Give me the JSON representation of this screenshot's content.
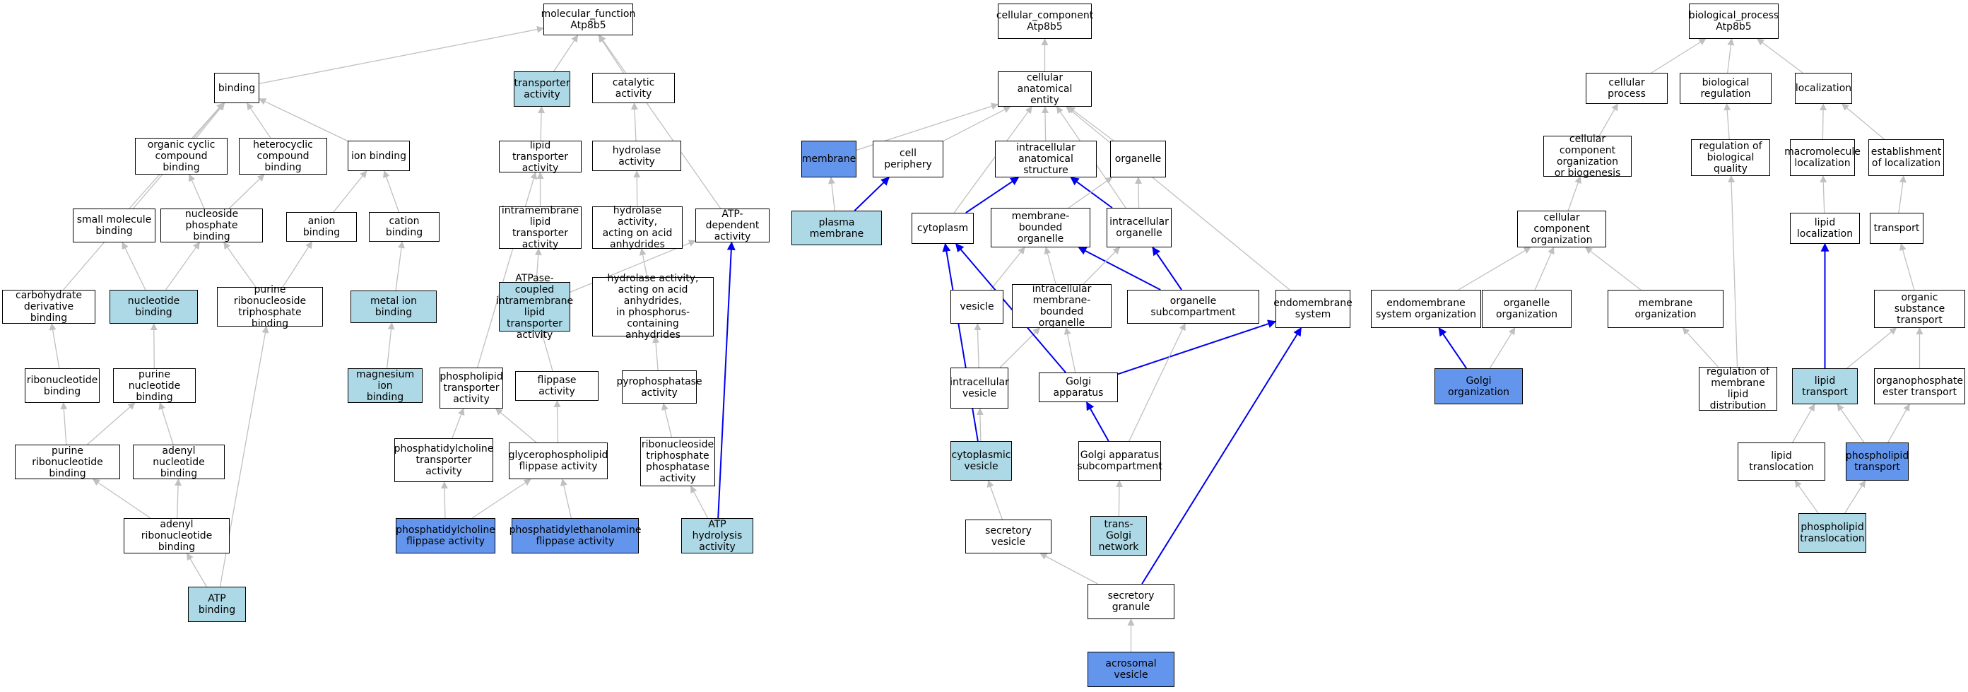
{
  "colors": {
    "white": "#ffffff",
    "light": "#add8e6",
    "dark": "#6495ed",
    "gray_edge": "#c0c0c0",
    "blue_edge": "#0000ee"
  },
  "nodes": [
    {
      "id": "mf",
      "label": "molecular_function\nAtp8b5",
      "color": "white"
    },
    {
      "id": "binding",
      "label": "binding",
      "color": "white"
    },
    {
      "id": "transporter",
      "label": "transporter\nactivity",
      "color": "light"
    },
    {
      "id": "catalytic",
      "label": "catalytic activity",
      "color": "white"
    },
    {
      "id": "ocyclic",
      "label": "organic cyclic\ncompound binding",
      "color": "white"
    },
    {
      "id": "hetero",
      "label": "heterocyclic\ncompound binding",
      "color": "white"
    },
    {
      "id": "ionb",
      "label": "ion binding",
      "color": "white"
    },
    {
      "id": "lipidtrans",
      "label": "lipid transporter\nactivity",
      "color": "white"
    },
    {
      "id": "hydrolase",
      "label": "hydrolase activity",
      "color": "white"
    },
    {
      "id": "smallmol",
      "label": "small molecule\nbinding",
      "color": "white"
    },
    {
      "id": "nucphos",
      "label": "nucleoside phosphate\nbinding",
      "color": "white"
    },
    {
      "id": "anionb",
      "label": "anion binding",
      "color": "white"
    },
    {
      "id": "cationb",
      "label": "cation binding",
      "color": "white"
    },
    {
      "id": "intramem",
      "label": "intramembrane\nlipid transporter\nactivity",
      "color": "white"
    },
    {
      "id": "hydacid",
      "label": "hydrolase activity,\nacting on acid\nanhydrides",
      "color": "white"
    },
    {
      "id": "atpdep",
      "label": "ATP-dependent\nactivity",
      "color": "white"
    },
    {
      "id": "carbo",
      "label": "carbohydrate\nderivative binding",
      "color": "white"
    },
    {
      "id": "nucb",
      "label": "nucleotide binding",
      "color": "light"
    },
    {
      "id": "prtb",
      "label": "purine ribonucleoside\ntriphosphate\nbinding",
      "color": "white"
    },
    {
      "id": "metalb",
      "label": "metal ion binding",
      "color": "light"
    },
    {
      "id": "atpcoupled",
      "label": "ATPase-coupled\nintramembrane\nlipid transporter\nactivity",
      "color": "light"
    },
    {
      "id": "hydphos",
      "label": "hydrolase activity,\nacting on acid\nanhydrides,\nin phosphorus-containing\nanhydrides",
      "color": "white"
    },
    {
      "id": "ribob",
      "label": "ribonucleotide\nbinding",
      "color": "white"
    },
    {
      "id": "purnucb",
      "label": "purine nucleotide\nbinding",
      "color": "white"
    },
    {
      "id": "mgb",
      "label": "magnesium ion\nbinding",
      "color": "light"
    },
    {
      "id": "phospholip",
      "label": "phospholipid\ntransporter\nactivity",
      "color": "white"
    },
    {
      "id": "flippase",
      "label": "flippase activity",
      "color": "white"
    },
    {
      "id": "pyrophos",
      "label": "pyrophosphatase\nactivity",
      "color": "white"
    },
    {
      "id": "purribob",
      "label": "purine ribonucleotide\nbinding",
      "color": "white"
    },
    {
      "id": "adenylnb",
      "label": "adenyl nucleotide\nbinding",
      "color": "white"
    },
    {
      "id": "pctrans",
      "label": "phosphatidylcholine\ntransporter\nactivity",
      "color": "white"
    },
    {
      "id": "gpflip",
      "label": "glycerophospholipid\nflippase activity",
      "color": "white"
    },
    {
      "id": "rntp",
      "label": "ribonucleoside\ntriphosphate\nphosphatase\nactivity",
      "color": "white"
    },
    {
      "id": "adenylrib",
      "label": "adenyl ribonucleotide\nbinding",
      "color": "white"
    },
    {
      "id": "pcflip",
      "label": "phosphatidylcholine\nflippase activity",
      "color": "dark"
    },
    {
      "id": "peflip",
      "label": "phosphatidylethanolamine\nflippase activity",
      "color": "dark"
    },
    {
      "id": "atphyd",
      "label": "ATP hydrolysis\nactivity",
      "color": "light"
    },
    {
      "id": "atpb",
      "label": "ATP binding",
      "color": "light"
    },
    {
      "id": "cc",
      "label": "cellular_component\nAtp8b5",
      "color": "white"
    },
    {
      "id": "cae",
      "label": "cellular anatomical\nentity",
      "color": "white"
    },
    {
      "id": "membrane",
      "label": "membrane",
      "color": "dark"
    },
    {
      "id": "cellper",
      "label": "cell periphery",
      "color": "white"
    },
    {
      "id": "intraanat",
      "label": "intracellular\nanatomical structure",
      "color": "white"
    },
    {
      "id": "organelle",
      "label": "organelle",
      "color": "white"
    },
    {
      "id": "plasma",
      "label": "plasma membrane",
      "color": "light"
    },
    {
      "id": "cytoplasm",
      "label": "cytoplasm",
      "color": "white"
    },
    {
      "id": "membbound",
      "label": "membrane-bounded\norganelle",
      "color": "white"
    },
    {
      "id": "intraorg",
      "label": "intracellular\norganelle",
      "color": "white"
    },
    {
      "id": "vesicle",
      "label": "vesicle",
      "color": "white"
    },
    {
      "id": "intramb",
      "label": "intracellular\nmembrane-bounded\norganelle",
      "color": "white"
    },
    {
      "id": "orgsub",
      "label": "organelle subcompartment",
      "color": "white"
    },
    {
      "id": "endomem",
      "label": "endomembrane\nsystem",
      "color": "white"
    },
    {
      "id": "intravesicle",
      "label": "intracellular\nvesicle",
      "color": "white"
    },
    {
      "id": "golgi",
      "label": "Golgi apparatus",
      "color": "white"
    },
    {
      "id": "cytovesicle",
      "label": "cytoplasmic\nvesicle",
      "color": "light"
    },
    {
      "id": "golgisub",
      "label": "Golgi apparatus\nsubcompartment",
      "color": "white"
    },
    {
      "id": "secves",
      "label": "secretory vesicle",
      "color": "white"
    },
    {
      "id": "transgolgi",
      "label": "trans-Golgi\nnetwork",
      "color": "light"
    },
    {
      "id": "secgran",
      "label": "secretory granule",
      "color": "white"
    },
    {
      "id": "acrosomal",
      "label": "acrosomal vesicle",
      "color": "dark"
    },
    {
      "id": "bp",
      "label": "biological_process\nAtp8b5",
      "color": "white"
    },
    {
      "id": "cellproc",
      "label": "cellular process",
      "color": "white"
    },
    {
      "id": "bioreg",
      "label": "biological regulation",
      "color": "white"
    },
    {
      "id": "localization",
      "label": "localization",
      "color": "white"
    },
    {
      "id": "ccorgbio",
      "label": "cellular component\norganization\nor biogenesis",
      "color": "white"
    },
    {
      "id": "regbioq",
      "label": "regulation of\nbiological quality",
      "color": "white"
    },
    {
      "id": "macroloc",
      "label": "macromolecule\nlocalization",
      "color": "white"
    },
    {
      "id": "estloc",
      "label": "establishment\nof localization",
      "color": "white"
    },
    {
      "id": "ccorg",
      "label": "cellular component\norganization",
      "color": "white"
    },
    {
      "id": "lipidloc",
      "label": "lipid localization",
      "color": "white"
    },
    {
      "id": "transport",
      "label": "transport",
      "color": "white"
    },
    {
      "id": "endomemorg",
      "label": "endomembrane\nsystem organization",
      "color": "white"
    },
    {
      "id": "orgorg",
      "label": "organelle organization",
      "color": "white"
    },
    {
      "id": "memorg",
      "label": "membrane organization",
      "color": "white"
    },
    {
      "id": "orgsubtrans",
      "label": "organic substance\ntransport",
      "color": "white"
    },
    {
      "id": "golgiorg",
      "label": "Golgi organization",
      "color": "dark"
    },
    {
      "id": "regmemlip",
      "label": "regulation of\nmembrane lipid\ndistribution",
      "color": "white"
    },
    {
      "id": "lipidtransport",
      "label": "lipid transport",
      "color": "light"
    },
    {
      "id": "orgphos",
      "label": "organophosphate\nester transport",
      "color": "white"
    },
    {
      "id": "lipidtransloc",
      "label": "lipid translocation",
      "color": "white"
    },
    {
      "id": "phostransport",
      "label": "phospholipid\ntransport",
      "color": "dark"
    },
    {
      "id": "phostransloc",
      "label": "phospholipid\ntranslocation",
      "color": "light"
    }
  ],
  "edges": [
    {
      "from": "binding",
      "to": "mf",
      "color": "gray"
    },
    {
      "from": "transporter",
      "to": "mf",
      "color": "gray"
    },
    {
      "from": "catalytic",
      "to": "mf",
      "color": "gray"
    },
    {
      "from": "atpdep",
      "to": "mf",
      "color": "gray"
    },
    {
      "from": "ocyclic",
      "to": "binding",
      "color": "gray"
    },
    {
      "from": "hetero",
      "to": "binding",
      "color": "gray"
    },
    {
      "from": "ionb",
      "to": "binding",
      "color": "gray"
    },
    {
      "from": "smallmol",
      "to": "binding",
      "color": "gray"
    },
    {
      "from": "carbo",
      "to": "binding",
      "color": "gray"
    },
    {
      "from": "lipidtrans",
      "to": "transporter",
      "color": "gray"
    },
    {
      "from": "hydrolase",
      "to": "catalytic",
      "color": "gray"
    },
    {
      "from": "nucphos",
      "to": "ocyclic",
      "color": "gray"
    },
    {
      "from": "nucphos",
      "to": "hetero",
      "color": "gray"
    },
    {
      "from": "anionb",
      "to": "ionb",
      "color": "gray"
    },
    {
      "from": "cationb",
      "to": "ionb",
      "color": "gray"
    },
    {
      "from": "intramem",
      "to": "lipidtrans",
      "color": "gray"
    },
    {
      "from": "phospholip",
      "to": "lipidtrans",
      "color": "gray"
    },
    {
      "from": "hydacid",
      "to": "hydrolase",
      "color": "gray"
    },
    {
      "from": "nucb",
      "to": "smallmol",
      "color": "gray"
    },
    {
      "from": "nucb",
      "to": "nucphos",
      "color": "gray"
    },
    {
      "from": "prtb",
      "to": "nucphos",
      "color": "gray"
    },
    {
      "from": "prtb",
      "to": "anionb",
      "color": "gray"
    },
    {
      "from": "metalb",
      "to": "cationb",
      "color": "gray"
    },
    {
      "from": "atpcoupled",
      "to": "intramem",
      "color": "gray"
    },
    {
      "from": "atpcoupled",
      "to": "atpdep",
      "color": "gray"
    },
    {
      "from": "hydphos",
      "to": "hydacid",
      "color": "gray"
    },
    {
      "from": "ribob",
      "to": "carbo",
      "color": "gray"
    },
    {
      "from": "purnucb",
      "to": "nucb",
      "color": "gray"
    },
    {
      "from": "mgb",
      "to": "metalb",
      "color": "gray"
    },
    {
      "from": "flippase",
      "to": "atpcoupled",
      "color": "gray"
    },
    {
      "from": "pyrophos",
      "to": "hydphos",
      "color": "gray"
    },
    {
      "from": "purribob",
      "to": "ribob",
      "color": "gray"
    },
    {
      "from": "purribob",
      "to": "purnucb",
      "color": "gray"
    },
    {
      "from": "adenylnb",
      "to": "purnucb",
      "color": "gray"
    },
    {
      "from": "pctrans",
      "to": "phospholip",
      "color": "gray"
    },
    {
      "from": "gpflip",
      "to": "phospholip",
      "color": "gray"
    },
    {
      "from": "gpflip",
      "to": "flippase",
      "color": "gray"
    },
    {
      "from": "rntp",
      "to": "pyrophos",
      "color": "gray"
    },
    {
      "from": "adenylrib",
      "to": "purribob",
      "color": "gray"
    },
    {
      "from": "adenylrib",
      "to": "adenylnb",
      "color": "gray"
    },
    {
      "from": "pcflip",
      "to": "pctrans",
      "color": "gray"
    },
    {
      "from": "pcflip",
      "to": "gpflip",
      "color": "gray"
    },
    {
      "from": "peflip",
      "to": "gpflip",
      "color": "gray"
    },
    {
      "from": "atphyd",
      "to": "rntp",
      "color": "gray"
    },
    {
      "from": "atphyd",
      "to": "atpdep",
      "color": "blue"
    },
    {
      "from": "atpb",
      "to": "adenylrib",
      "color": "gray"
    },
    {
      "from": "atpb",
      "to": "prtb",
      "color": "gray"
    },
    {
      "from": "cae",
      "to": "cc",
      "color": "gray"
    },
    {
      "from": "membrane",
      "to": "cae",
      "color": "gray"
    },
    {
      "from": "cellper",
      "to": "cae",
      "color": "gray"
    },
    {
      "from": "intraanat",
      "to": "cae",
      "color": "gray"
    },
    {
      "from": "organelle",
      "to": "cae",
      "color": "gray"
    },
    {
      "from": "cytoplasm",
      "to": "cae",
      "color": "gray"
    },
    {
      "from": "orgsub",
      "to": "cae",
      "color": "gray"
    },
    {
      "from": "endomem",
      "to": "cae",
      "color": "gray"
    },
    {
      "from": "plasma",
      "to": "membrane",
      "color": "gray"
    },
    {
      "from": "plasma",
      "to": "cellper",
      "color": "blue"
    },
    {
      "from": "cytoplasm",
      "to": "intraanat",
      "color": "blue"
    },
    {
      "from": "intraorg",
      "to": "intraanat",
      "color": "blue"
    },
    {
      "from": "membbound",
      "to": "organelle",
      "color": "gray"
    },
    {
      "from": "intraorg",
      "to": "organelle",
      "color": "gray"
    },
    {
      "from": "orgsub",
      "to": "membbound",
      "color": "blue"
    },
    {
      "from": "orgsub",
      "to": "intraorg",
      "color": "blue"
    },
    {
      "from": "vesicle",
      "to": "membbound",
      "color": "gray"
    },
    {
      "from": "intramb",
      "to": "membbound",
      "color": "gray"
    },
    {
      "from": "intramb",
      "to": "intraorg",
      "color": "gray"
    },
    {
      "from": "intravesicle",
      "to": "vesicle",
      "color": "gray"
    },
    {
      "from": "intravesicle",
      "to": "intramb",
      "color": "gray"
    },
    {
      "from": "golgi",
      "to": "intramb",
      "color": "gray"
    },
    {
      "from": "golgi",
      "to": "cytoplasm",
      "color": "blue"
    },
    {
      "from": "golgi",
      "to": "endomem",
      "color": "blue"
    },
    {
      "from": "cytovesicle",
      "to": "intravesicle",
      "color": "gray"
    },
    {
      "from": "cytovesicle",
      "to": "cytoplasm",
      "color": "blue"
    },
    {
      "from": "golgisub",
      "to": "golgi",
      "color": "blue"
    },
    {
      "from": "golgisub",
      "to": "orgsub",
      "color": "gray"
    },
    {
      "from": "transgolgi",
      "to": "golgisub",
      "color": "gray"
    },
    {
      "from": "secves",
      "to": "cytovesicle",
      "color": "gray"
    },
    {
      "from": "secgran",
      "to": "secves",
      "color": "gray"
    },
    {
      "from": "secgran",
      "to": "endomem",
      "color": "blue"
    },
    {
      "from": "acrosomal",
      "to": "secgran",
      "color": "gray"
    },
    {
      "from": "cellproc",
      "to": "bp",
      "color": "gray"
    },
    {
      "from": "bioreg",
      "to": "bp",
      "color": "gray"
    },
    {
      "from": "localization",
      "to": "bp",
      "color": "gray"
    },
    {
      "from": "ccorgbio",
      "to": "cellproc",
      "color": "gray"
    },
    {
      "from": "regbioq",
      "to": "bioreg",
      "color": "gray"
    },
    {
      "from": "macroloc",
      "to": "localization",
      "color": "gray"
    },
    {
      "from": "estloc",
      "to": "localization",
      "color": "gray"
    },
    {
      "from": "ccorg",
      "to": "ccorgbio",
      "color": "gray"
    },
    {
      "from": "lipidloc",
      "to": "macroloc",
      "color": "gray"
    },
    {
      "from": "transport",
      "to": "estloc",
      "color": "gray"
    },
    {
      "from": "endomemorg",
      "to": "ccorg",
      "color": "gray"
    },
    {
      "from": "orgorg",
      "to": "ccorg",
      "color": "gray"
    },
    {
      "from": "memorg",
      "to": "ccorg",
      "color": "gray"
    },
    {
      "from": "orgsubtrans",
      "to": "transport",
      "color": "gray"
    },
    {
      "from": "golgiorg",
      "to": "endomemorg",
      "color": "blue"
    },
    {
      "from": "golgiorg",
      "to": "orgorg",
      "color": "gray"
    },
    {
      "from": "regmemlip",
      "to": "memorg",
      "color": "gray"
    },
    {
      "from": "regmemlip",
      "to": "regbioq",
      "color": "gray"
    },
    {
      "from": "lipidtransport",
      "to": "lipidloc",
      "color": "blue"
    },
    {
      "from": "lipidtransport",
      "to": "orgsubtrans",
      "color": "gray"
    },
    {
      "from": "orgphos",
      "to": "orgsubtrans",
      "color": "gray"
    },
    {
      "from": "lipidtransloc",
      "to": "lipidtransport",
      "color": "gray"
    },
    {
      "from": "phostransport",
      "to": "lipidtransport",
      "color": "gray"
    },
    {
      "from": "phostransport",
      "to": "orgphos",
      "color": "gray"
    },
    {
      "from": "phostransloc",
      "to": "lipidtransloc",
      "color": "gray"
    },
    {
      "from": "phostransloc",
      "to": "phostransport",
      "color": "gray"
    }
  ]
}
